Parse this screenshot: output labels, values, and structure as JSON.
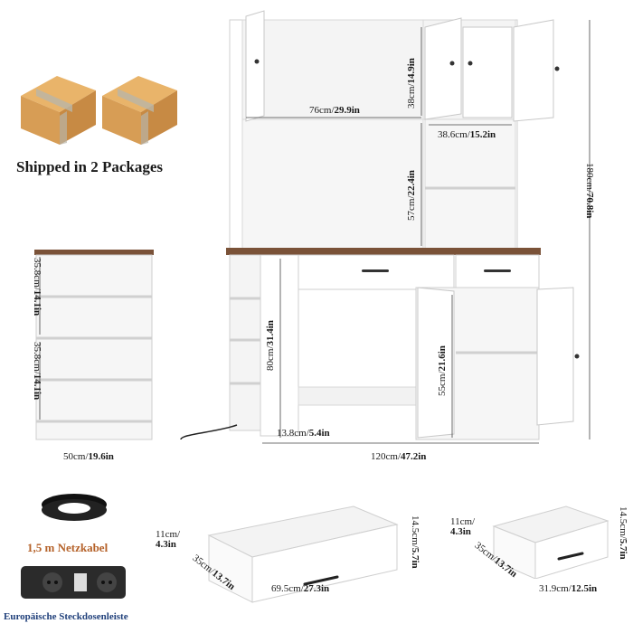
{
  "packages": {
    "title": "Shipped in 2 Packages",
    "icon": "cardboard-box-icon"
  },
  "cable": {
    "label": "1,5 m Netzkabel",
    "icon": "coiled-cable-icon"
  },
  "power_strip": {
    "label": "Europäische Steckdosenleiste",
    "icon": "power-strip-icon"
  },
  "dimensions": {
    "upper_width": {
      "cm": "76cm/",
      "in": "29.9in"
    },
    "upper_height": {
      "cm": "38cm/",
      "in": "14.9in"
    },
    "right_cab_width": {
      "cm": "38.6cm/",
      "in": "15.2in"
    },
    "hutch_height": {
      "cm": "57cm/",
      "in": "22.4in"
    },
    "total_height": {
      "cm": "180cm/",
      "in": "70.8in"
    },
    "desk_height": {
      "cm": "80cm/",
      "in": "31.4in"
    },
    "cabinet_height": {
      "cm": "55cm/",
      "in": "21.6in"
    },
    "side_shelf_depth": {
      "cm": "13.8cm/",
      "in": "5.4in"
    },
    "total_width": {
      "cm": "120cm/",
      "in": "47.2in"
    },
    "side_unit_top": {
      "cm": "35.8cm/",
      "in": "14.1in"
    },
    "side_unit_bottom": {
      "cm": "35.8cm/",
      "in": "14.1in"
    },
    "side_unit_width": {
      "cm": "50cm/",
      "in": "19.6in"
    },
    "drawer_large_height": {
      "cm": "11cm/",
      "in": "4.3in"
    },
    "drawer_large_depth": {
      "cm": "35cm/",
      "in": "13.7in"
    },
    "drawer_large_width": {
      "cm": "69.5cm/",
      "in": "27.3in"
    },
    "drawer_large_side": {
      "cm": "14.5cm/",
      "in": "5.7in"
    },
    "drawer_small_height": {
      "cm": "11cm/",
      "in": "4.3in"
    },
    "drawer_small_depth": {
      "cm": "35cm/",
      "in": "13.7in"
    },
    "drawer_small_width": {
      "cm": "31.9cm/",
      "in": "12.5in"
    },
    "drawer_small_side": {
      "cm": "14.5cm/",
      "in": "5.7in"
    }
  },
  "colors": {
    "wood_top": "#7a5238",
    "panel": "#ffffff",
    "edge": "#cfcfcf",
    "caption": "#1f3f7a",
    "accent": "#b5622a"
  }
}
